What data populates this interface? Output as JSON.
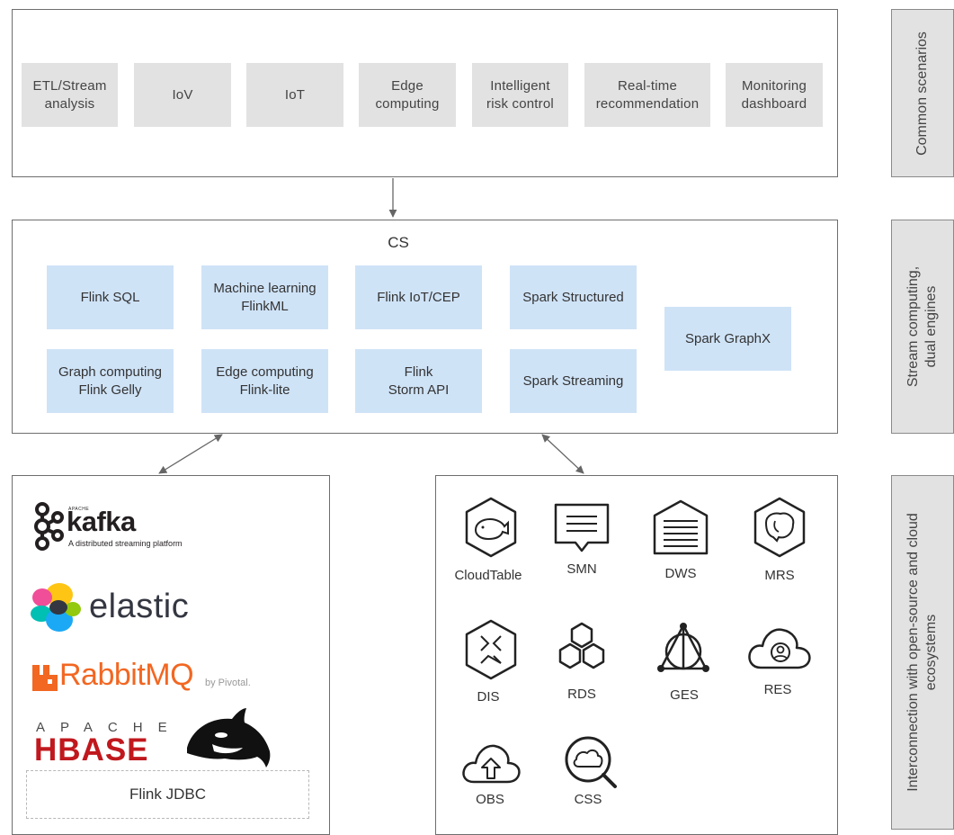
{
  "scenarios": {
    "items": [
      "ETL/Stream\nanalysis",
      "IoV",
      "IoT",
      "Edge\ncomputing",
      "Intelligent\nrisk control",
      "Real-time\nrecommendation",
      "Monitoring\ndashboard"
    ]
  },
  "cs": {
    "title": "CS",
    "modules": [
      "Flink SQL",
      "Machine learning\nFlinkML",
      "Flink IoT/CEP",
      "Spark Structured",
      "Graph computing\nFlink Gelly",
      "Edge computing\nFlink-lite",
      "Flink\nStorm API",
      "Spark Streaming",
      "Spark GraphX"
    ]
  },
  "open_source": {
    "kafka": {
      "apache": "APACHE",
      "name": "kafka",
      "tagline": "A distributed streaming platform"
    },
    "elastic": {
      "name": "elastic"
    },
    "rabbitmq": {
      "name": "RabbitMQ",
      "by": "by Pivotal."
    },
    "hbase": {
      "apache": "APACHE",
      "name": "HBASE"
    },
    "jdbc_label": "Flink JDBC"
  },
  "cloud_services": {
    "items": [
      "CloudTable",
      "SMN",
      "DWS",
      "MRS",
      "DIS",
      "RDS",
      "GES",
      "RES",
      "OBS",
      "CSS"
    ]
  },
  "side_labels": {
    "scenarios": "Common scenarios",
    "engines": "Stream computing,\ndual engines",
    "ecosystems": "Interconnection with open-source and cloud\necosystems"
  },
  "colors": {
    "scenario_box": "#e2e2e2",
    "module_box": "#cfe3f7",
    "frame": "#6e6e6e",
    "kafka": "#231f20",
    "rabbitmq": "#f26722",
    "hbase_red": "#c0181e"
  }
}
